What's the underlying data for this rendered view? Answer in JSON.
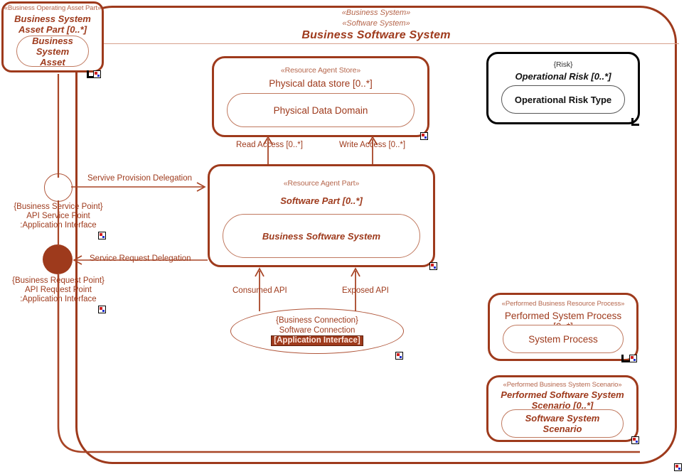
{
  "diagram": {
    "title": "Business Software System",
    "type": "uml-composite-structure",
    "accent_color": "#9e3a1c",
    "black_color": "#000000"
  },
  "system": {
    "stereotype_1": "«Business System»",
    "stereotype_2": "«Software System»",
    "name": "Business Software System"
  },
  "asset_part": {
    "stereotype": "«Business Operating Asset Part»",
    "name": "Business System Asset Part [0..*]",
    "inner": "Business System Asset"
  },
  "data_store": {
    "stereotype": "«Resource Agent Store»",
    "name": "Physical data store [0..*]",
    "inner": "Physical Data Domain"
  },
  "software_part": {
    "stereotype": "«Resource Agent Part»",
    "name": "Software Part [0..*]",
    "inner": "Business Software System"
  },
  "risk": {
    "stereotype": "{Risk}",
    "name": "Operational Risk [0..*]",
    "inner": "Operational Risk Type"
  },
  "system_process": {
    "stereotype": "«Performed Business Resource Process»",
    "name": "Performed System Process [0..*]",
    "inner": "System Process"
  },
  "system_scenario": {
    "stereotype": "«Performed Business System Scenario»",
    "name": "Performed Software System Scenario [0..*]",
    "inner": "Software System Scenario"
  },
  "ports": {
    "service": {
      "stereotype": "{Business Service Point}",
      "name": "API Service Point",
      "type": ":Application Interface"
    },
    "request": {
      "stereotype": "{Business Request Point}",
      "name": "API Request Point",
      "type": ":Application Interface"
    }
  },
  "connection": {
    "stereotype": "{Business Connection}",
    "name": "Software Connection",
    "selected_label": "[Application Interface]",
    "selected": true
  },
  "connector_labels": {
    "read_access": "Read Access [0..*]",
    "write_access": "Write Access [0..*]",
    "service_provision": "Servive Provision Delegation",
    "service_request": "Service Request Delegation",
    "consumed_api": "Consumed API",
    "exposed_api": "Exposed API"
  },
  "markers": {
    "diagram_ref_icon": "diagram-reference-icon",
    "resize_corner_icon": "resize-corner-icon"
  }
}
